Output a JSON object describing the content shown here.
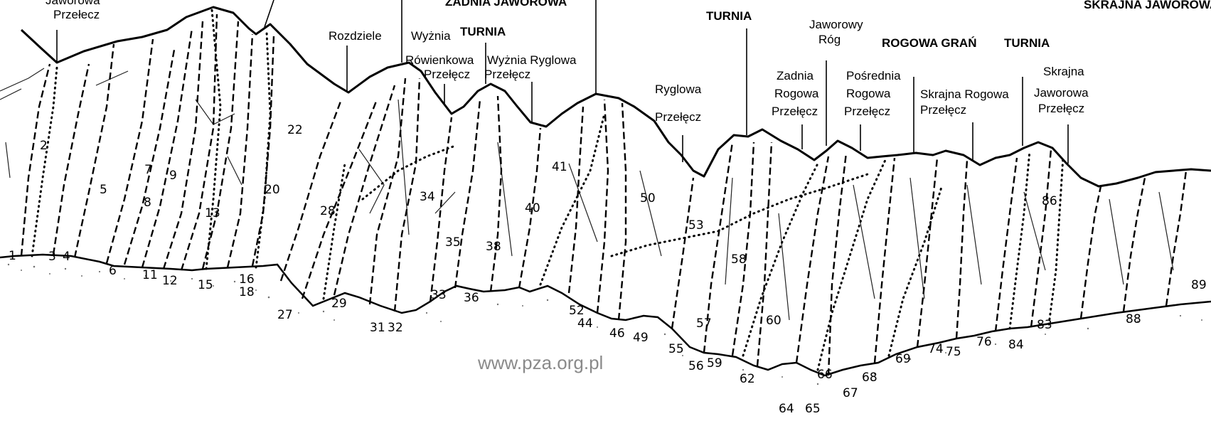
{
  "watermark": "www.pza.org.pl",
  "labels": {
    "jaworowa_1": "Jaworowa",
    "przelecz_1": "Przełecz",
    "zadnia_jaworowa": "ZADNIA JAWOROWA",
    "rozdziele": "Rozdziele",
    "wyznia": "Wyżnia",
    "turnia_1": "TURNIA",
    "rowienkowa": "Rówienkowa",
    "przelecz_2": "Przełęcz",
    "wyznia_ryglowa": "Wyżnia Ryglowa",
    "przelecz_3": "Przełęcz",
    "ryglowa": "Ryglowa",
    "przelecz_4": "Przełęcz",
    "turnia_2": "TURNIA",
    "jaworowy": "Jaworowy",
    "rog": "Róg",
    "zadnia": "Zadnia",
    "rogowa_1": "Rogowa",
    "przelecz_5": "Przełęcz",
    "posrednia": "Pośrednia",
    "rogowa_2": "Rogowa",
    "przelecz_6": "Przełęcz",
    "rogowa_gran": "ROGOWA GRAŃ",
    "turnia_3": "TURNIA",
    "skrajna_rogowa": "Skrajna Rogowa",
    "przelecz_7": "Przełęcz",
    "skrajna_jaworowa": "SKRAJNA JAWOROWA",
    "skrajna": "Skrajna",
    "jaworowa_2": "Jaworowa",
    "przelecz_8": "Przełęcz"
  },
  "route_numbers": [
    "1",
    "2",
    "3",
    "4",
    "5",
    "6",
    "7",
    "8",
    "9",
    "11",
    "12",
    "13",
    "15",
    "16",
    "18",
    "20",
    "22",
    "27",
    "28",
    "29",
    "31",
    "32",
    "33",
    "34",
    "35",
    "36",
    "38",
    "40",
    "41",
    "44",
    "46",
    "49",
    "50",
    "52",
    "53",
    "55",
    "56",
    "57",
    "58",
    "59",
    "60",
    "62",
    "64",
    "65",
    "66",
    "67",
    "68",
    "69",
    "74",
    "75",
    "76",
    "83",
    "84",
    "86",
    "88",
    "89"
  ]
}
